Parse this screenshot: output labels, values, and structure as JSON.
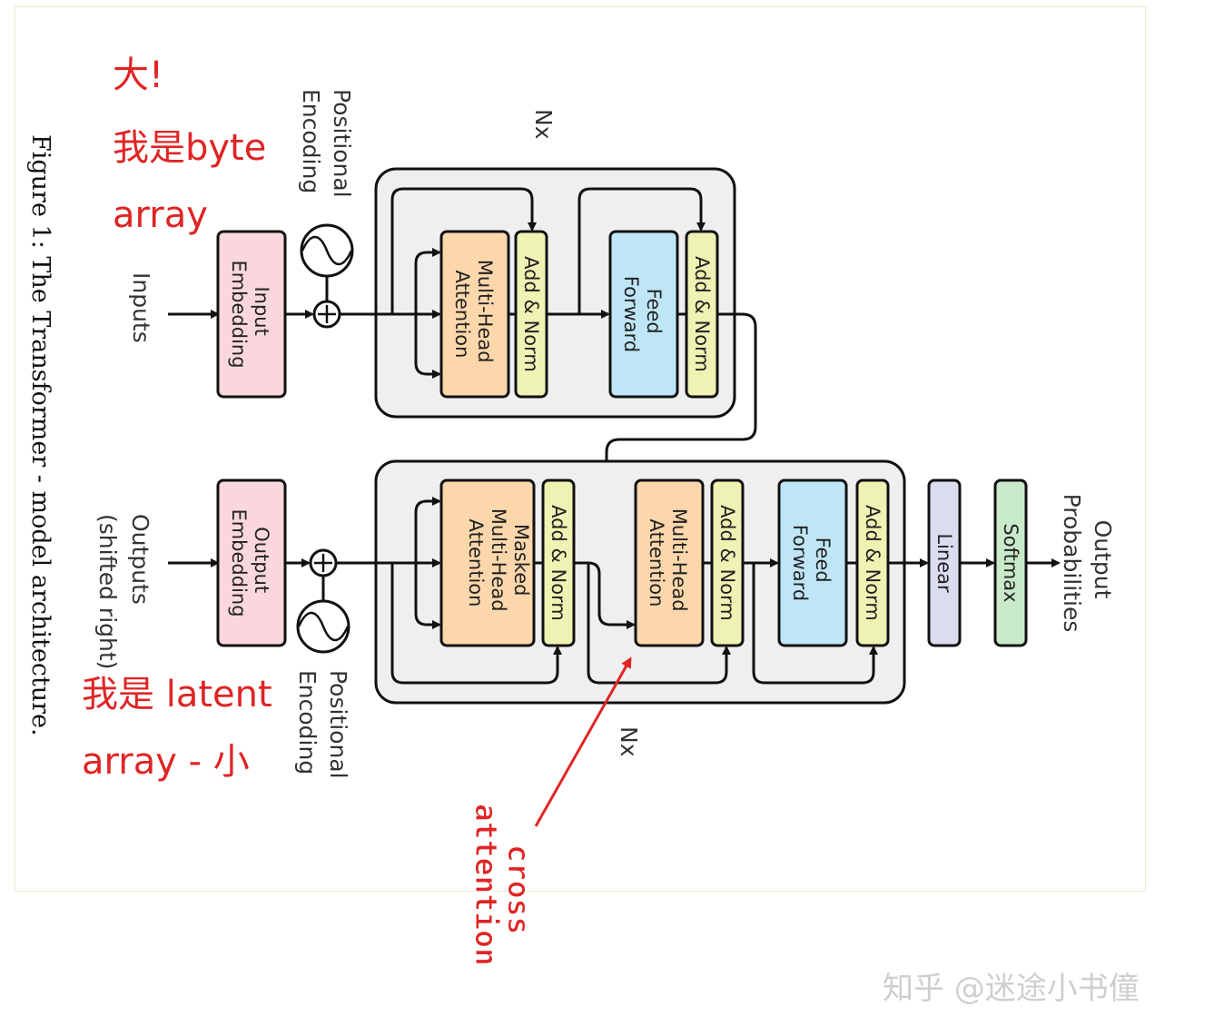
{
  "caption": "Figure 1: The Transformer - model architecture.",
  "annotations": {
    "top_line1": "大!",
    "top_line2": "我是byte",
    "top_line3": "array",
    "bottom_line1": "我是 latent",
    "bottom_line2": "array - 小",
    "cross_line1": "cross",
    "cross_line2": "attention"
  },
  "encoder": {
    "inputs_label": "Inputs",
    "embedding_line1": "Input",
    "embedding_line2": "Embedding",
    "pos_enc_line1": "Positional",
    "pos_enc_line2": "Encoding",
    "nx": "Nx",
    "mha_line1": "Multi-Head",
    "mha_line2": "Attention",
    "addnorm1": "Add & Norm",
    "ff_line1": "Feed",
    "ff_line2": "Forward",
    "addnorm2": "Add & Norm"
  },
  "decoder": {
    "outputs_line1": "Outputs",
    "outputs_line2": "(shifted right)",
    "embedding_line1": "Output",
    "embedding_line2": "Embedding",
    "pos_enc_line1": "Positional",
    "pos_enc_line2": "Encoding",
    "nx": "Nx",
    "masked_line1": "Masked",
    "masked_line2": "Multi-Head",
    "masked_line3": "Attention",
    "addnorm1": "Add & Norm",
    "mha_line1": "Multi-Head",
    "mha_line2": "Attention",
    "addnorm2": "Add & Norm",
    "ff_line1": "Feed",
    "ff_line2": "Forward",
    "addnorm3": "Add & Norm",
    "linear": "Linear",
    "softmax": "Softmax",
    "output_line1": "Output",
    "output_line2": "Probabilities"
  },
  "watermark": "知乎 @迷途小书僮",
  "colors": {
    "embedding": "#f9d7dd",
    "attention": "#fcd7ab",
    "add_norm": "#eef3b4",
    "feed_forward": "#bfe6f7",
    "linear": "#dcdcef",
    "softmax": "#c9e9cb",
    "block_bg": "#efefef",
    "annotation": "#e02424"
  }
}
